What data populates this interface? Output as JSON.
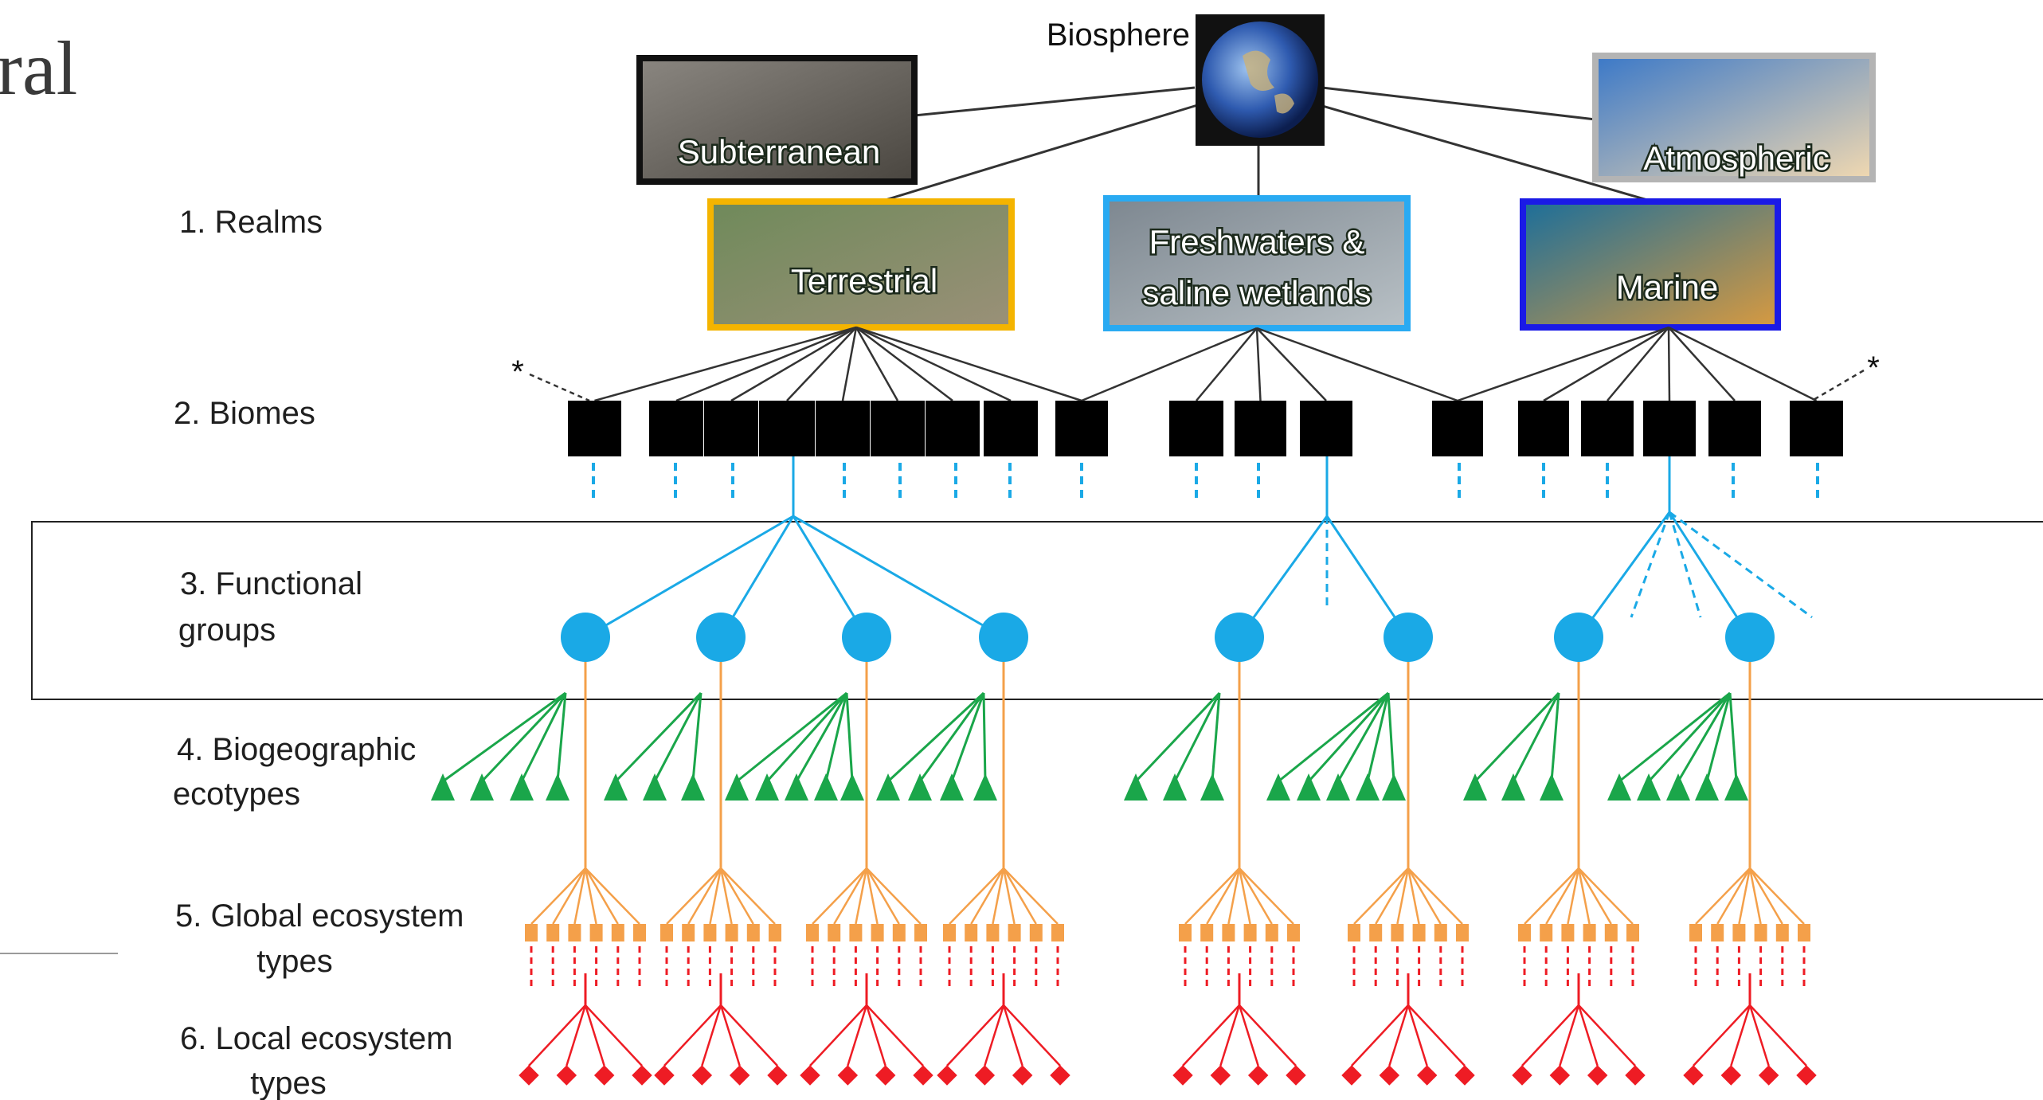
{
  "fragment_text": "ral",
  "biosphere": {
    "label": "Biosphere",
    "icon": "earth-globe-icon"
  },
  "realms": [
    {
      "id": "subterranean",
      "label": "Subterranean",
      "border": "#111111",
      "bg": [
        "#8a8680",
        "#4a4640"
      ]
    },
    {
      "id": "atmospheric",
      "label": "Atmospheric",
      "border": "#b4b4b4",
      "bg": [
        "#3a78c8",
        "#f2d9b0"
      ]
    },
    {
      "id": "terrestrial",
      "label": "Terrestrial",
      "border": "#f4b400",
      "bg": [
        "#6f8a5a",
        "#9a9078"
      ]
    },
    {
      "id": "freshwater",
      "label": "Freshwaters & saline wetlands",
      "border": "#29aaf2",
      "bg": [
        "#7d8790",
        "#b9c1c6"
      ]
    },
    {
      "id": "marine",
      "label": "Marine",
      "border": "#1a1ae6",
      "bg": [
        "#1b6e9a",
        "#d89a40"
      ]
    }
  ],
  "levels": [
    {
      "id": "realms",
      "label": [
        "1. Realms"
      ]
    },
    {
      "id": "biomes",
      "label": [
        "2. Biomes"
      ]
    },
    {
      "id": "functional-groups",
      "label": [
        "3. Functional",
        "groups"
      ]
    },
    {
      "id": "biogeographic-ecotypes",
      "label": [
        "4. Biogeographic",
        "ecotypes"
      ]
    },
    {
      "id": "global-ecosystem-types",
      "label": [
        "5. Global ecosystem",
        "types"
      ]
    },
    {
      "id": "local-ecosystem-types",
      "label": [
        "6. Local ecosystem",
        "types"
      ]
    }
  ],
  "asterisks": [
    "*",
    "*"
  ],
  "colors": {
    "biome": "#000000",
    "functional_group": "#1aa9e6",
    "ecotype": "#1aa64a",
    "global_type": "#f4a04a",
    "local_type": "#ee1c24",
    "connector": "#333333"
  }
}
